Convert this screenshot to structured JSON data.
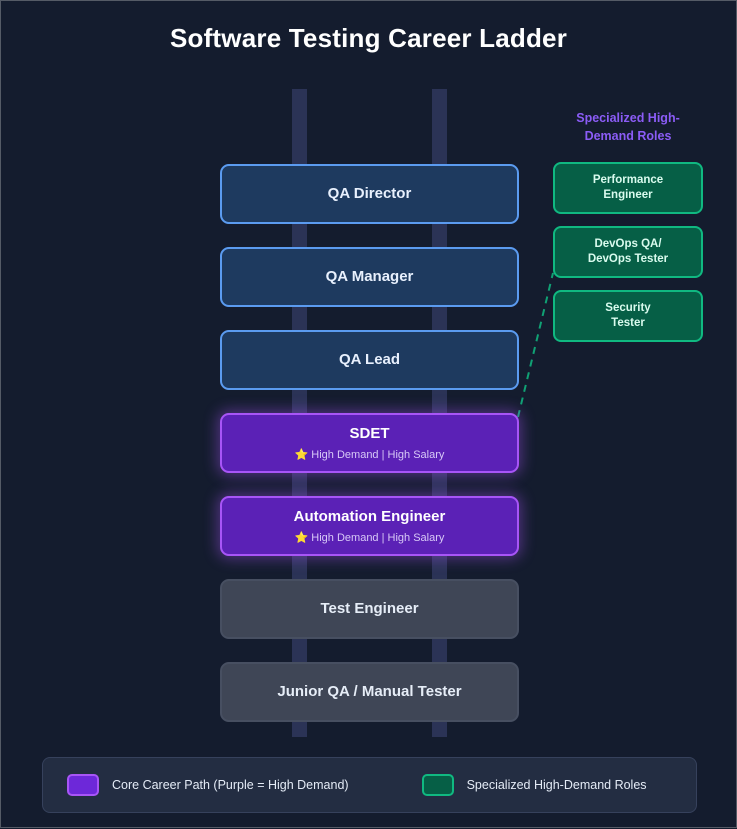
{
  "page": {
    "title": "Software Testing Career Ladder",
    "background_color": "#141c2e"
  },
  "ladder": {
    "name": "core-career-path",
    "steps": [
      {
        "label": "QA Director",
        "style": "blue",
        "badge": null
      },
      {
        "label": "QA Manager",
        "style": "blue",
        "badge": null
      },
      {
        "label": "QA Lead",
        "style": "blue",
        "badge": null
      },
      {
        "label": "SDET",
        "style": "purple",
        "badge": "High Demand | High Salary",
        "badge_icon": "star-icon"
      },
      {
        "label": "Automation Engineer",
        "style": "purple",
        "badge": "High Demand | High Salary",
        "badge_icon": "star-icon"
      },
      {
        "label": "Test Engineer",
        "style": "gray",
        "badge": null
      },
      {
        "label": "Junior QA / Manual Tester",
        "style": "gray",
        "badge": null
      }
    ]
  },
  "specialized": {
    "heading": "Specialized\nHigh-Demand\nRoles",
    "heading_color": "#8b5cf6",
    "cards": [
      {
        "label": "Performance\nEngineer"
      },
      {
        "label": "DevOps QA/\nDevOps Tester"
      },
      {
        "label": "Security\nTester"
      }
    ]
  },
  "legend": {
    "items": [
      {
        "label": "Core Career Path (Purple = High Demand)",
        "color": "#6d28d9",
        "border": "#a855f7"
      },
      {
        "label": "Specialized High-Demand Roles",
        "color": "#065f46",
        "border": "#10b981"
      }
    ]
  },
  "colors": {
    "blue_fill": "#1e3a5f",
    "blue_border": "#5b9bf0",
    "purple_fill": "#5b21b6",
    "purple_border": "#a855f7",
    "gray_fill": "#3f4656",
    "green_fill": "#065f46",
    "green_border": "#10b981",
    "rail": "#2b3356",
    "connector": "#10b981",
    "star": "#f5c518"
  }
}
